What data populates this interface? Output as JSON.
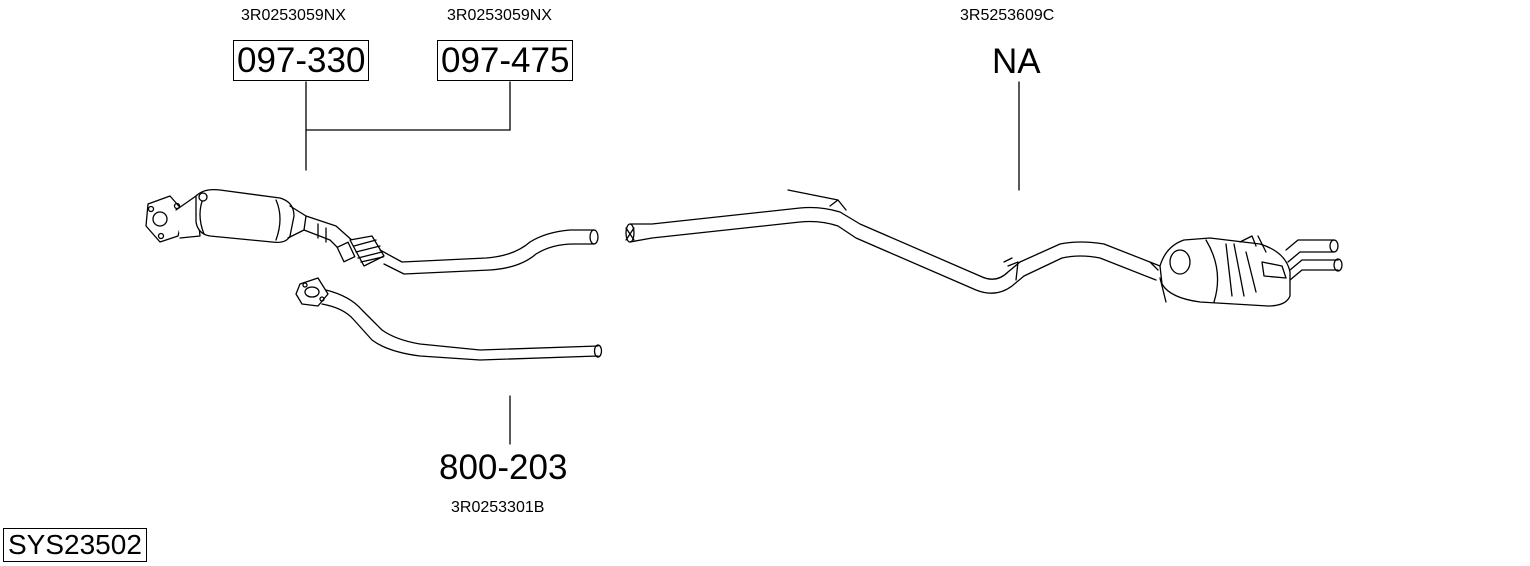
{
  "diagram": {
    "system_code": "SYS23502",
    "parts": [
      {
        "id": "front-pipe-catalyst",
        "part_number": "097-330",
        "oem": "3R0253059NX",
        "boxed": true
      },
      {
        "id": "front-pipe-catalyst-alt",
        "part_number": "097-475",
        "oem": "3R0253059NX",
        "boxed": true
      },
      {
        "id": "front-pipe",
        "part_number": "800-203",
        "oem": "3R0253301B",
        "boxed": false
      },
      {
        "id": "rear-section",
        "part_number": "NA",
        "oem": "3R5253609C",
        "boxed": false
      }
    ]
  }
}
